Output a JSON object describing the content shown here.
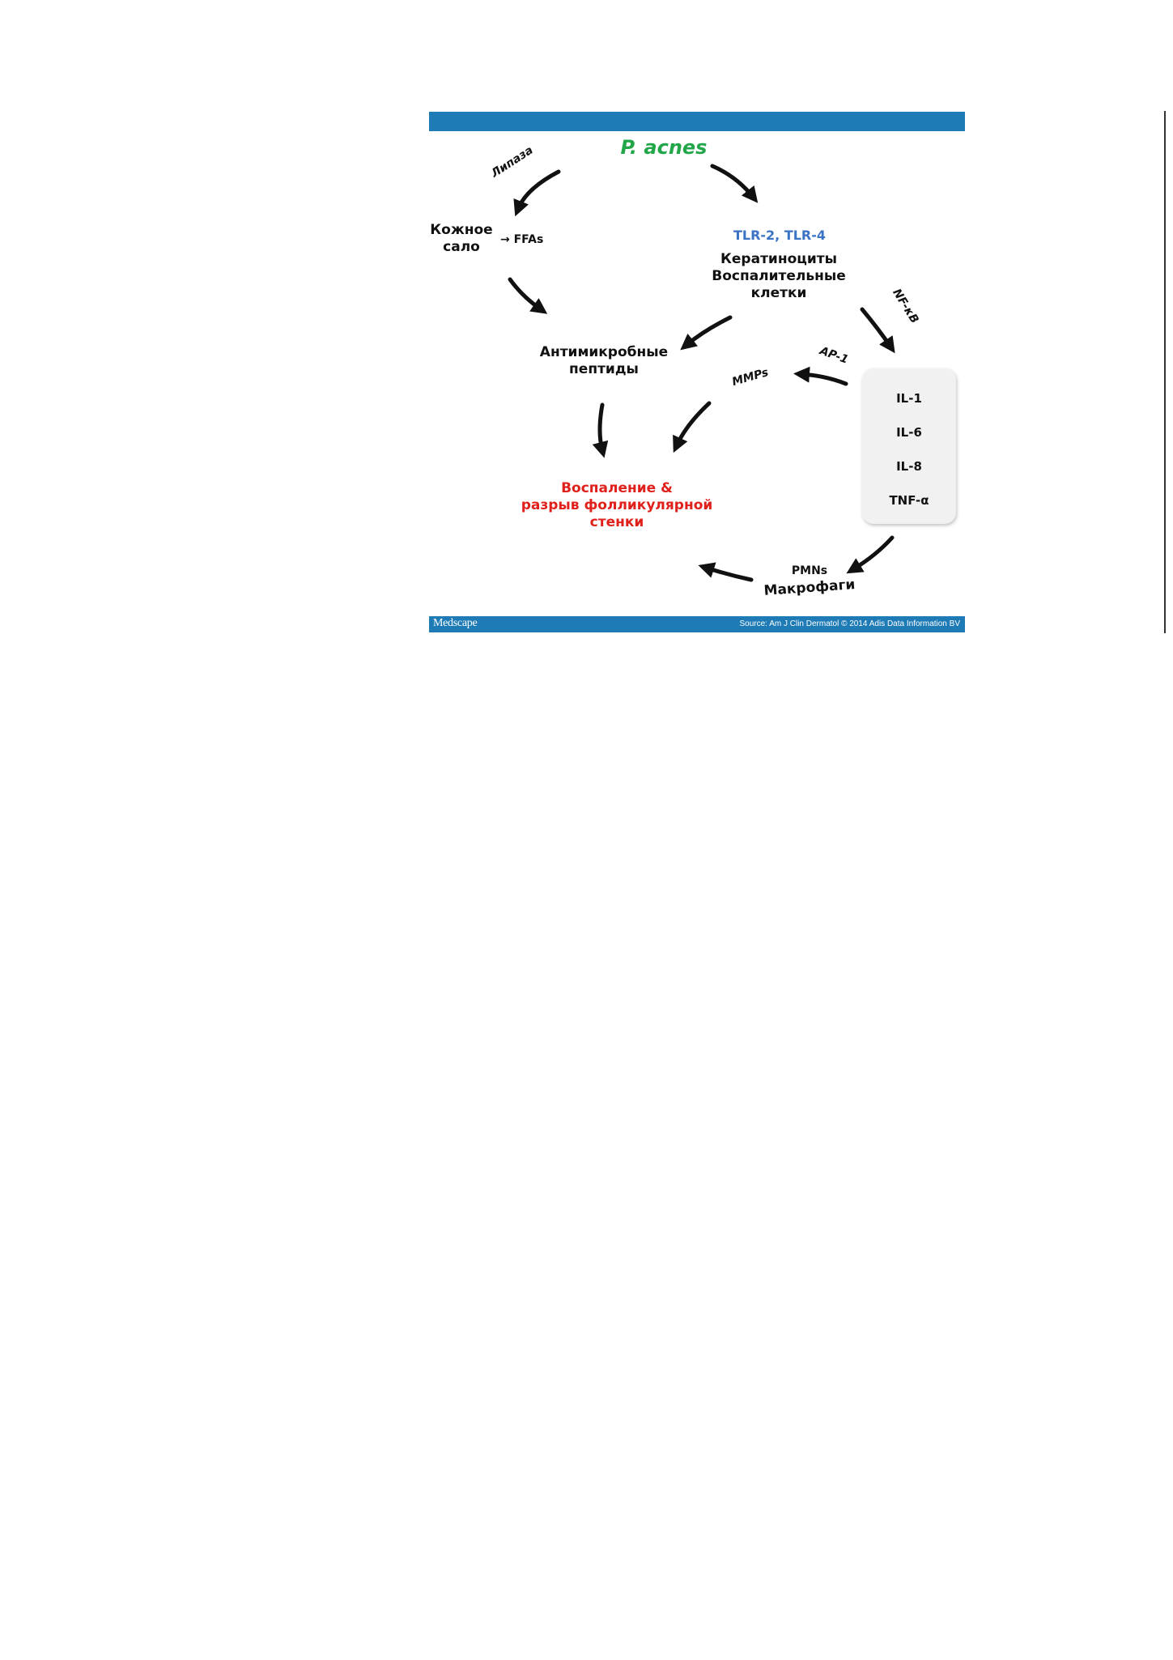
{
  "header": {
    "pathogen": "P. acnes"
  },
  "nodes": {
    "lipase": "Липаза",
    "sebum": "Кожное\nсало",
    "ffas": "→ FFAs",
    "tlr": "TLR-2, TLR-4",
    "keratinocytes": "Кератиноциты\nВоспалительные\nклетки",
    "nfkb": "NF-κB",
    "antimicrobial": "Антимикробные\nпептиды",
    "ap1": "AP-1",
    "mmps": "MMPs",
    "inflammation": "Воспаление &\nразрыв фолликулярной\nстенки",
    "pmns": "PMNs",
    "macrophages": "Макрофаги"
  },
  "cytokines": [
    "IL-1",
    "IL-6",
    "IL-8",
    "TNF-α"
  ],
  "footer": {
    "brand": "Medscape",
    "source": "Source: Am J Clin Dermatol © 2014 Adis Data Information BV"
  },
  "colors": {
    "bar": "#1f7bb6",
    "pathogen": "#22a64a",
    "tlr": "#3a72c4",
    "inflammation": "#e0201b",
    "arrow": "#111111",
    "rule": "#333333"
  }
}
